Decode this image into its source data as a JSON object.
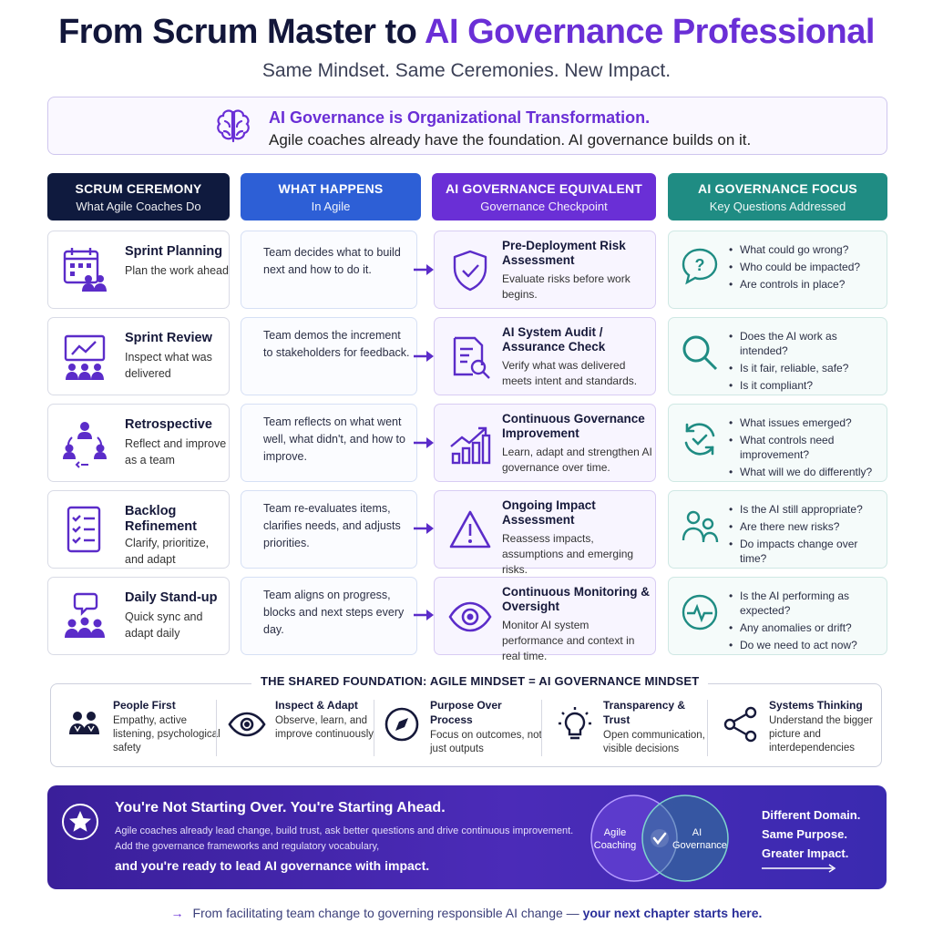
{
  "title": {
    "part1": "From Scrum Master to ",
    "part2": "AI Governance Professional"
  },
  "subtitle": "Same Mindset. Same Ceremonies. New Impact.",
  "intro": {
    "icon": "brain-icon",
    "title": "AI Governance is Organizational Transformation.",
    "text": "Agile coaches already have the foundation. AI governance builds on it."
  },
  "columns": [
    {
      "title": "SCRUM CEREMONY",
      "sub": "What Agile Coaches Do"
    },
    {
      "title": "WHAT HAPPENS",
      "sub": "In Agile"
    },
    {
      "title": "AI GOVERNANCE EQUIVALENT",
      "sub": "Governance Checkpoint"
    },
    {
      "title": "AI  GOVERNANCE FOCUS",
      "sub": "Key Questions Addressed"
    }
  ],
  "rows": [
    {
      "ceremony": {
        "name": "Sprint Planning",
        "desc": "Plan the work ahead",
        "icon": "calendar-team-icon"
      },
      "happens": "Team decides what to build next and how to do it.",
      "equivalent": {
        "name": "Pre-Deployment Risk Assessment",
        "desc": "Evaluate risks before work begins.",
        "icon": "shield-check-icon"
      },
      "focus": {
        "icon": "question-bubble-icon",
        "items": [
          "What could go wrong?",
          "Who could be impacted?",
          "Are controls in place?"
        ]
      }
    },
    {
      "ceremony": {
        "name": "Sprint Review",
        "desc": "Inspect what was delivered",
        "icon": "presentation-icon"
      },
      "happens": "Team demos the increment to stakeholders for feedback.",
      "equivalent": {
        "name": "AI System Audit / Assurance Check",
        "desc": "Verify what was delivered meets intent and standards.",
        "icon": "audit-document-icon"
      },
      "focus": {
        "icon": "magnifier-icon",
        "items": [
          "Does the AI work as intended?",
          "Is it fair, reliable, safe?",
          "Is it compliant?"
        ]
      }
    },
    {
      "ceremony": {
        "name": "Retrospective",
        "desc": "Reflect and improve as a team",
        "icon": "team-cycle-icon"
      },
      "happens": "Team reflects on what went well, what didn't, and how to improve.",
      "equivalent": {
        "name": "Continuous Governance Improvement",
        "desc": "Learn, adapt and strengthen AI governance over time.",
        "icon": "growth-chart-icon"
      },
      "focus": {
        "icon": "refresh-check-icon",
        "items": [
          "What issues emerged?",
          "What controls need improvement?",
          "What will we do differently?"
        ]
      }
    },
    {
      "ceremony": {
        "name": "Backlog Refinement",
        "desc": "Clarify, prioritize, and adapt",
        "icon": "checklist-icon"
      },
      "happens": "Team re-evaluates items, clarifies needs, and adjusts priorities.",
      "equivalent": {
        "name": "Ongoing Impact Assessment",
        "desc": "Reassess impacts, assumptions and emerging risks.",
        "icon": "warning-icon"
      },
      "focus": {
        "icon": "people-icon",
        "items": [
          "Is the AI still appropriate?",
          "Are there new risks?",
          "Do impacts change over time?"
        ]
      }
    },
    {
      "ceremony": {
        "name": "Daily Stand-up",
        "desc": "Quick sync and adapt daily",
        "icon": "team-chat-icon"
      },
      "happens": "Team aligns on progress, blocks and next steps every day.",
      "equivalent": {
        "name": "Continuous Monitoring & Oversight",
        "desc": "Monitor AI system performance and context in real time.",
        "icon": "eye-icon"
      },
      "focus": {
        "icon": "pulse-icon",
        "items": [
          "Is the AI performing as expected?",
          "Any anomalies or drift?",
          "Do we need to act now?"
        ]
      }
    }
  ],
  "foundation": {
    "title": "THE SHARED FOUNDATION: AGILE MINDSET = AI GOVERNANCE MINDSET",
    "items": [
      {
        "title": "People First",
        "desc": "Empathy, active listening, psychological safety",
        "icon": "people-first-icon"
      },
      {
        "title": "Inspect & Adapt",
        "desc": "Observe, learn, and improve continuously",
        "icon": "eye-icon"
      },
      {
        "title": "Purpose Over Process",
        "desc": "Focus on outcomes, not just outputs",
        "icon": "compass-icon"
      },
      {
        "title": "Transparency & Trust",
        "desc": "Open communication, visible decisions",
        "icon": "lightbulb-icon"
      },
      {
        "title": "Systems Thinking",
        "desc": "Understand the bigger picture and interdependencies",
        "icon": "network-icon"
      }
    ]
  },
  "banner": {
    "icon": "star-icon",
    "title": "You're Not Starting Over. You're Starting Ahead.",
    "line1": "Agile coaches already lead change, build trust, ask better questions and drive continuous improvement.",
    "line2": "Add the governance frameworks and regulatory vocabulary,",
    "bold": "and you're ready to lead AI governance with impact.",
    "venn_left": "Agile Coaching",
    "venn_right": "AI Governance",
    "right": [
      "Different Domain.",
      "Same Purpose.",
      "Greater Impact."
    ]
  },
  "footer": {
    "arrow": "→",
    "text": "From facilitating team change to governing responsible AI change — ",
    "bold": "your next chapter starts here."
  },
  "colors": {
    "navy": "#0f1a3e",
    "blue": "#2d5fd6",
    "purple": "#6a2fd6",
    "teal": "#1f8c83"
  }
}
